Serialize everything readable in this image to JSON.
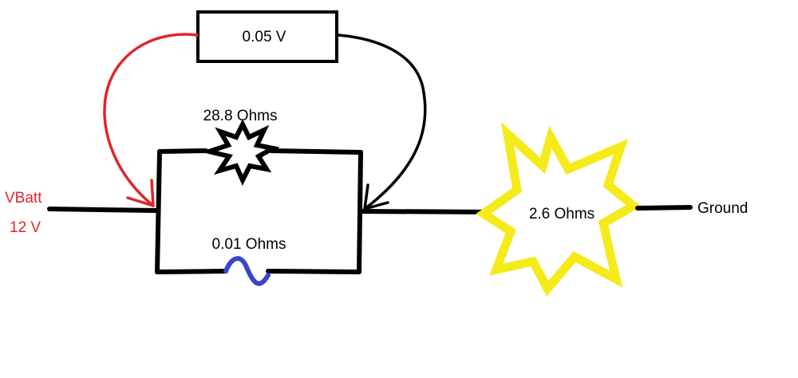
{
  "voltmeter": {
    "reading": "0.05 V"
  },
  "battery": {
    "name": "VBatt",
    "voltage": "12 V"
  },
  "ground": {
    "label": "Ground"
  },
  "resistors": {
    "top_branch": "28.8 Ohms",
    "bottom_branch": "0.01 Ohms",
    "load": "2.6 Ohms"
  },
  "colors": {
    "wire": "#000000",
    "positive_lead": "#e0262b",
    "battery_text": "#e0262b",
    "shunt": "#3a45c8",
    "load_burst": "#f5ea1a"
  }
}
